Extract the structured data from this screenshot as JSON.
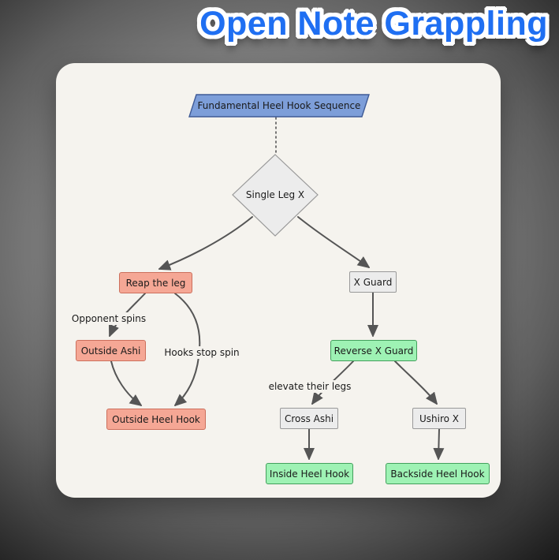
{
  "title": "Open Note Grappling",
  "flowchart": {
    "nodes": {
      "fundamental_heel_hook_sequence": {
        "label": "Fundamental Heel Hook Sequence",
        "shape": "parallelogram",
        "color": "blue"
      },
      "single_leg_x": {
        "label": "Single Leg X",
        "shape": "diamond",
        "color": "gray"
      },
      "reap_the_leg": {
        "label": "Reap the leg",
        "shape": "rect",
        "color": "salmon"
      },
      "x_guard": {
        "label": "X Guard",
        "shape": "rect",
        "color": "gray"
      },
      "outside_ashi": {
        "label": "Outside Ashi",
        "shape": "rect",
        "color": "salmon"
      },
      "outside_heel_hook": {
        "label": "Outside Heel Hook",
        "shape": "rect",
        "color": "salmon"
      },
      "reverse_x_guard": {
        "label": "Reverse X Guard",
        "shape": "rect",
        "color": "green"
      },
      "cross_ashi": {
        "label": "Cross Ashi",
        "shape": "rect",
        "color": "gray"
      },
      "ushiro_x": {
        "label": "Ushiro X",
        "shape": "rect",
        "color": "gray"
      },
      "inside_heel_hook": {
        "label": "Inside Heel Hook",
        "shape": "rect",
        "color": "green"
      },
      "backside_heel_hook": {
        "label": "Backside Heel Hook",
        "shape": "rect",
        "color": "green"
      }
    },
    "edges": [
      {
        "from": "fundamental_heel_hook_sequence",
        "to": "single_leg_x",
        "style": "dotted",
        "label": ""
      },
      {
        "from": "single_leg_x",
        "to": "reap_the_leg",
        "style": "solid",
        "label": ""
      },
      {
        "from": "single_leg_x",
        "to": "x_guard",
        "style": "solid",
        "label": ""
      },
      {
        "from": "reap_the_leg",
        "to": "outside_ashi",
        "style": "solid",
        "label": "Opponent spins"
      },
      {
        "from": "reap_the_leg",
        "to": "outside_heel_hook",
        "style": "solid",
        "label": "Hooks stop spin"
      },
      {
        "from": "outside_ashi",
        "to": "outside_heel_hook",
        "style": "solid",
        "label": ""
      },
      {
        "from": "x_guard",
        "to": "reverse_x_guard",
        "style": "solid",
        "label": ""
      },
      {
        "from": "reverse_x_guard",
        "to": "cross_ashi",
        "style": "solid",
        "label": "elevate their legs"
      },
      {
        "from": "reverse_x_guard",
        "to": "ushiro_x",
        "style": "solid",
        "label": ""
      },
      {
        "from": "cross_ashi",
        "to": "inside_heel_hook",
        "style": "solid",
        "label": ""
      },
      {
        "from": "ushiro_x",
        "to": "backside_heel_hook",
        "style": "solid",
        "label": ""
      }
    ],
    "colors": {
      "title_blue": "#1f6ff2",
      "salmon_fill": "#f5a795",
      "salmon_border": "#cc6f5c",
      "green_fill": "#9ef2b4",
      "green_border": "#43a05c",
      "gray_fill": "#ececec",
      "gray_border": "#999999",
      "blue_fill": "#7d9ed9",
      "blue_border": "#3e5a96",
      "edge_stroke": "#555555",
      "card_bg": "#f5f3ee",
      "text": "#1a1a1a"
    }
  }
}
